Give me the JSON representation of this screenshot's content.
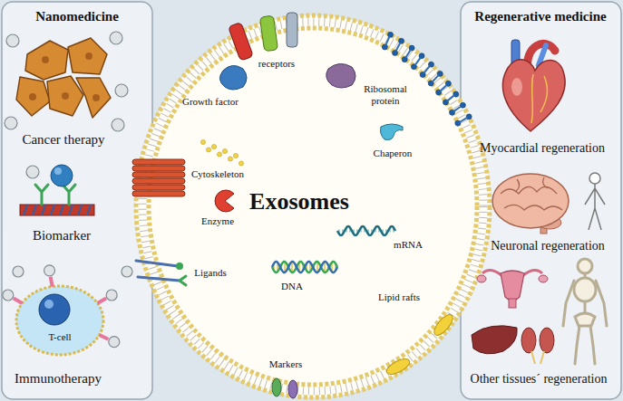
{
  "diagram": {
    "nodes": [
      {
        "text": [
          "Nanomedicine"
        ]
      },
      {
        "text": [
          "Regenerative medicine"
        ]
      },
      {
        "text": [
          "Exosomes"
        ]
      },
      {
        "text": [
          "T-cell"
        ],
        "in": 0
      }
    ],
    "labels": [
      "Cancer therapy",
      "Biomarker",
      "Immunotherapy",
      "Myocardial regeneration",
      "Neuronal regeneration",
      "Other tissues´ regeneration",
      "receptors",
      "Growth factor",
      "Ribosomal protein",
      "Chaperon",
      "Cytoskeleton",
      "Enzyme",
      "mRNA",
      "DNA",
      "Ligands",
      "Lipid rafts",
      "Markers"
    ]
  }
}
